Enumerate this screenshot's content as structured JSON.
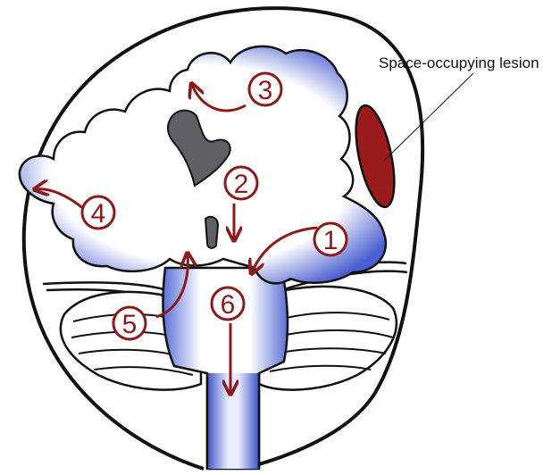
{
  "annotation": {
    "text": "Space-occupying lesion"
  },
  "markers": [
    {
      "id": "1",
      "label": "1"
    },
    {
      "id": "2",
      "label": "2"
    },
    {
      "id": "3",
      "label": "3"
    },
    {
      "id": "4",
      "label": "4"
    },
    {
      "id": "5",
      "label": "5"
    },
    {
      "id": "6",
      "label": "6"
    }
  ],
  "colors": {
    "outline": "#111111",
    "arrow": "#8b1a1a",
    "lesion": "#9a1b1b",
    "ventricle": "#5f5f66",
    "edema_blue": "#3a4fc0",
    "tissue": "#ffffff"
  }
}
